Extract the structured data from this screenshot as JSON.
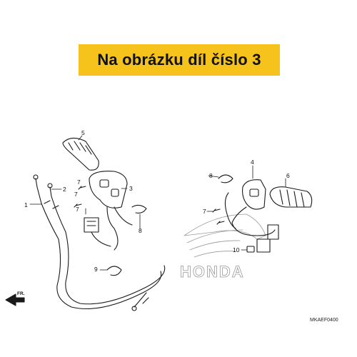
{
  "banner": {
    "text": "Na obrázku díl číslo 3",
    "background": "#f6c21c"
  },
  "callouts": [
    "1",
    "2",
    "3",
    "4",
    "5",
    "6",
    "7",
    "8",
    "9",
    "10"
  ],
  "direction_label": "FR.",
  "watermark": "HONDA",
  "diagram_code": "MKAEF0400",
  "icons": [
    "front-arrow-icon",
    "honda-wing-logo"
  ]
}
